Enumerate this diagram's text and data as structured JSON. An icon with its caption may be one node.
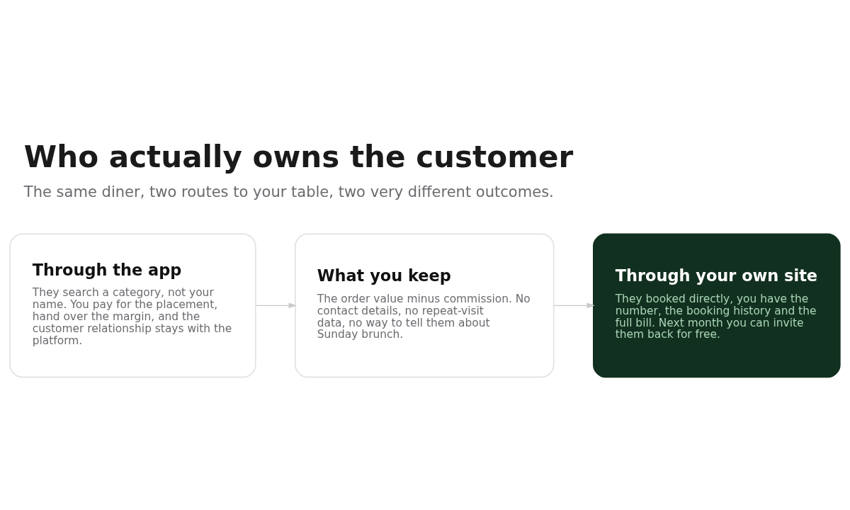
{
  "diagram": {
    "title": "Who actually owns the customer",
    "caption": "The same diner, two routes to your table, two very different outcomes.",
    "nodes": [
      {
        "text": [
          "Through the app",
          "They search a category, not your name. You pay for the placement, hand over the margin, and the customer relationship stays with the platform."
        ]
      },
      {
        "text": [
          "What you keep",
          "The order value minus commission. No contact details, no repeat-visit data, no way to tell them about Sunday brunch."
        ]
      },
      {
        "text": [
          "Through your own site",
          "They booked directly, you have the number, the booking history and the full bill. Next month you can invite them back for free."
        ]
      }
    ],
    "edges": [
      {
        "from": 0,
        "to": 1,
        "arrow": "to"
      },
      {
        "from": 1,
        "to": 2,
        "arrow": "to"
      }
    ]
  }
}
